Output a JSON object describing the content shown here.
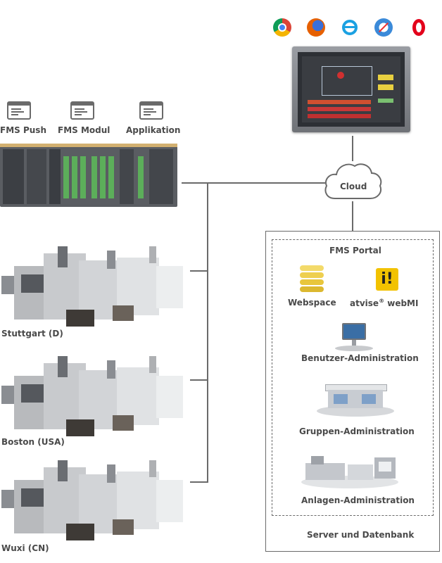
{
  "modules": [
    {
      "label": "FMS Push",
      "icon": "module-window-icon"
    },
    {
      "label": "FMS Modul",
      "icon": "module-window-icon"
    },
    {
      "label": "Applikation",
      "icon": "module-window-icon"
    }
  ],
  "browsers": [
    {
      "icon": "chrome-icon"
    },
    {
      "icon": "firefox-icon"
    },
    {
      "icon": "ie-icon"
    },
    {
      "icon": "safari-icon"
    },
    {
      "icon": "opera-icon"
    }
  ],
  "cloud": {
    "label": "Cloud"
  },
  "sites": [
    {
      "label": "Stuttgart (D)"
    },
    {
      "label": "Boston (USA)"
    },
    {
      "label": "Wuxi (CN)"
    }
  ],
  "portal": {
    "title": "FMS Portal",
    "items": {
      "webspace": "Webspace",
      "atvise_prefix": "atvise",
      "atvise_reg": "®",
      "atvise_suffix": " webMI",
      "atvise_logo": "i!",
      "users": "Benutzer-Administration",
      "groups": "Gruppen-Administration",
      "plants": "Anlagen-Administration"
    },
    "footer": "Server und Datenbank"
  },
  "colors": {
    "line": "#6a6a6a",
    "atvise_yellow": "#f2c200",
    "webspace_yellow": "#f0d060",
    "panel_dark": "#3a3d42"
  }
}
